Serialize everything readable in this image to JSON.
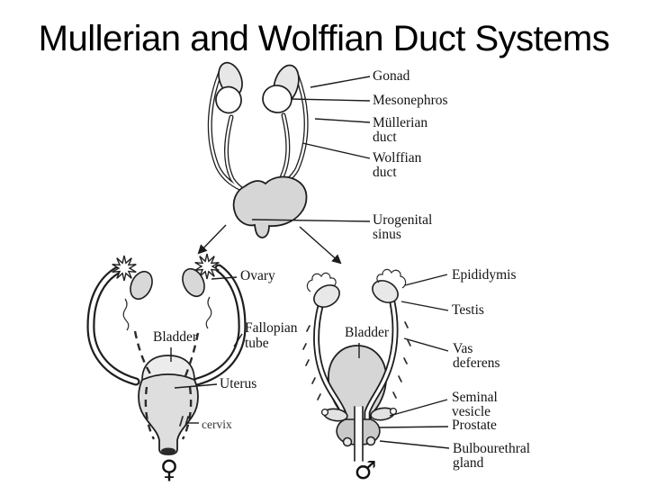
{
  "slide": {
    "title": "Mullerian and Wolffian Duct Systems",
    "background_color": "#ffffff",
    "ink_color": "#1c1c1c"
  },
  "undifferentiated": {
    "labels": {
      "gonad": {
        "lines": [
          "Gonad"
        ]
      },
      "mesonephros": {
        "lines": [
          "Mesonephros"
        ]
      },
      "mullerian_duct": {
        "lines": [
          "Müllerian",
          "duct"
        ]
      },
      "wolffian_duct": {
        "lines": [
          "Wolffian",
          "duct"
        ]
      },
      "urogenital_sinus": {
        "lines": [
          "Urogenital",
          "sinus"
        ]
      }
    }
  },
  "female": {
    "symbol": "♀",
    "labels": {
      "ovary": {
        "lines": [
          "Ovary"
        ]
      },
      "bladder": {
        "lines": [
          "Bladder"
        ]
      },
      "fallopian_tube": {
        "lines": [
          "Fallopian",
          "tube"
        ]
      },
      "uterus": {
        "lines": [
          "Uterus"
        ]
      },
      "cervix": {
        "lines": [
          "cervix"
        ]
      }
    }
  },
  "male": {
    "symbol": "♂",
    "labels": {
      "epididymis": {
        "lines": [
          "Epididymis"
        ]
      },
      "testis": {
        "lines": [
          "Testis"
        ]
      },
      "bladder": {
        "lines": [
          "Bladder"
        ]
      },
      "vas_deferens": {
        "lines": [
          "Vas",
          "deferens"
        ]
      },
      "seminal_vesicle": {
        "lines": [
          "Seminal",
          "vesicle"
        ]
      },
      "prostate": {
        "lines": [
          "Prostate"
        ]
      },
      "bulbourethral_gland": {
        "lines": [
          "Bulbourethral",
          "gland"
        ]
      }
    }
  }
}
